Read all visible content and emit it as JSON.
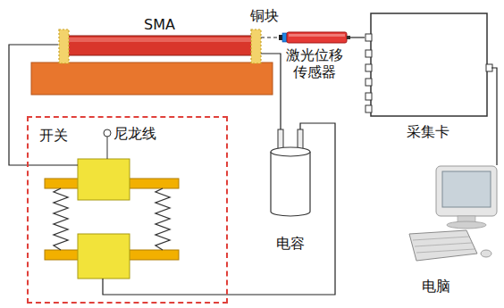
{
  "diagram": {
    "nodes": [
      {
        "text": [
          "SMA"
        ]
      },
      {
        "text": [
          "激光位移 传感器"
        ]
      },
      {
        "text": [
          "采集卡"
        ]
      },
      {
        "text": [
          "电脑"
        ]
      },
      {
        "text": [
          "电容"
        ]
      },
      {
        "text": [
          "开关"
        ]
      }
    ],
    "edges": [
      {
        "from": 0,
        "to": 1,
        "arrow": "none"
      },
      {
        "from": 1,
        "to": 2,
        "arrow": "none"
      },
      {
        "from": 2,
        "to": 3,
        "arrow": "none"
      },
      {
        "from": 0,
        "to": 4,
        "arrow": "none"
      },
      {
        "from": 4,
        "to": 5,
        "arrow": "none"
      },
      {
        "from": 0,
        "to": 5,
        "arrow": "none"
      }
    ],
    "labels": [
      "铜块",
      "尼龙线"
    ]
  }
}
